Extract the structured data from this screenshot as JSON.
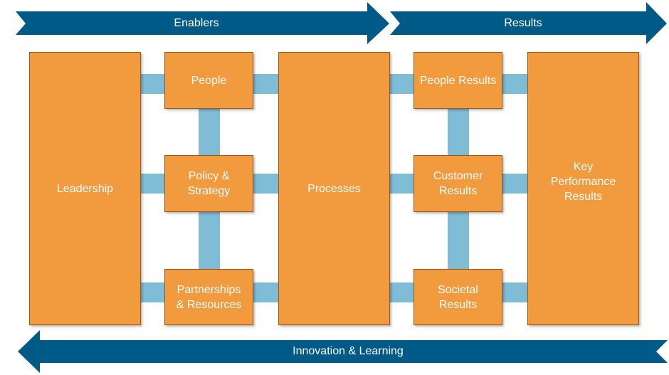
{
  "arrows": {
    "enablers": "Enablers",
    "results": "Results",
    "innovation": "Innovation & Learning"
  },
  "boxes": {
    "leadership": "Leadership",
    "people": "People",
    "policy_strategy": "Policy &\nStrategy",
    "partnerships_resources": "Partnerships\n& Resources",
    "processes": "Processes",
    "people_results": "People Results",
    "customer_results": "Customer\nResults",
    "societal_results": "Societal\nResults",
    "key_performance_results": "Key\nPerformance\nResults"
  },
  "colors": {
    "arrow": "#005a87",
    "box": "#f19a3e",
    "connector": "#7fbcd6"
  }
}
